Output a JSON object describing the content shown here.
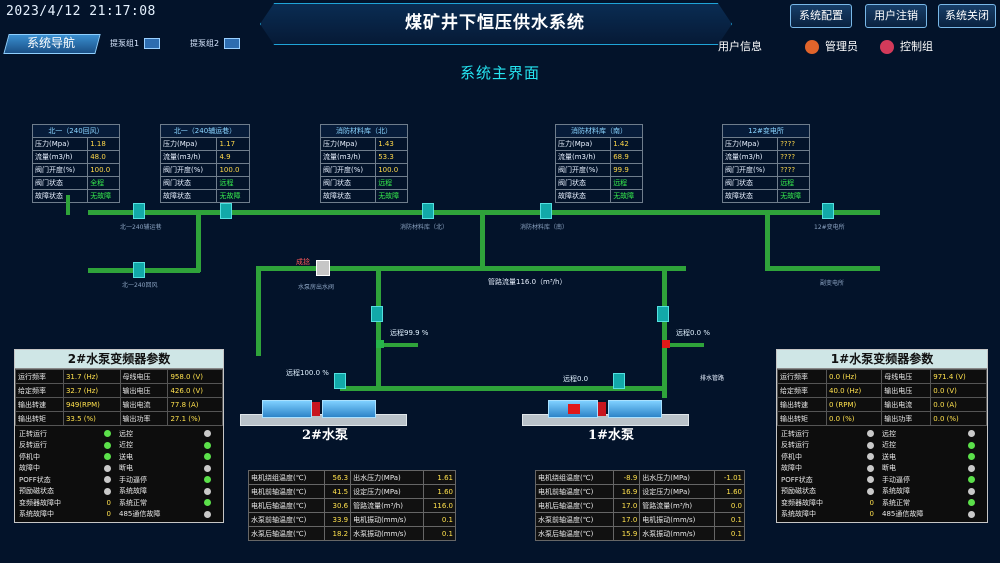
{
  "header": {
    "datetime": "2023/4/12 21:17:08",
    "title": "煤矿井下恒压供水系统",
    "nav_label": "系统导航",
    "pump_switch_1": "提泵组1",
    "pump_switch_2": "提泵组2",
    "buttons": {
      "config": "系统配置",
      "logout": "用户注销",
      "close": "系统关闭"
    },
    "user_info_label": "用户信息",
    "admin_label": "管理员",
    "control_group_label": "控制组",
    "subtitle": "系统主界面"
  },
  "stations": [
    {
      "title": "北一（240回风）",
      "rows": [
        [
          "压力(Mpa)",
          "1.18"
        ],
        [
          "流量(m3/h)",
          "48.0"
        ],
        [
          "阀门开度(%)",
          "100.0"
        ],
        [
          "阀门状态",
          "全程"
        ],
        [
          "故障状态",
          "无故障"
        ]
      ]
    },
    {
      "title": "北一（240辅运巷）",
      "rows": [
        [
          "压力(Mpa)",
          "1.17"
        ],
        [
          "流量(m3/h)",
          "4.9"
        ],
        [
          "阀门开度(%)",
          "100.0"
        ],
        [
          "阀门状态",
          "远程"
        ],
        [
          "故障状态",
          "无故障"
        ]
      ]
    },
    {
      "title": "消防材料库（北）",
      "rows": [
        [
          "压力(Mpa)",
          "1.43"
        ],
        [
          "流量(m3/h)",
          "53.3"
        ],
        [
          "阀门开度(%)",
          "100.0"
        ],
        [
          "阀门状态",
          "远程"
        ],
        [
          "故障状态",
          "无故障"
        ]
      ]
    },
    {
      "title": "消防材料库（南）",
      "rows": [
        [
          "压力(Mpa)",
          "1.42"
        ],
        [
          "流量(m3/h)",
          "68.9"
        ],
        [
          "阀门开度(%)",
          "99.9"
        ],
        [
          "阀门状态",
          "远程"
        ],
        [
          "故障状态",
          "无故障"
        ]
      ]
    },
    {
      "title": "12#变电所",
      "rows": [
        [
          "压力(Mpa)",
          "????"
        ],
        [
          "流量(m3/h)",
          "????"
        ],
        [
          "阀门开度(%)",
          "????"
        ],
        [
          "阀门状态",
          "远程"
        ],
        [
          "故障状态",
          "无故障"
        ]
      ]
    }
  ],
  "pipe_labels": {
    "l1": "北一240辅运巷",
    "l2": "消防材料库（北）",
    "l3": "消防材料库（南）",
    "l4": "12#变电所",
    "l5": "北一240回风",
    "l6": "水泵房出水阀",
    "l7": "副变电所",
    "chengzhong": "成捻",
    "flow": "管路流量116.0（m³/h）",
    "backwater": "排水管路"
  },
  "valves": {
    "v2_open": "远程99.9 %",
    "v1_open": "远程0.0 %",
    "pump2_out": "远程100.0 %",
    "pump1_out": "远程0.0"
  },
  "vfd2": {
    "title": "2#水泵变频器参数",
    "params": [
      [
        "运行频率",
        "31.7 (Hz)",
        "母线电压",
        "958.0 (V)"
      ],
      [
        "给定频率",
        "32.7 (Hz)",
        "输出电压",
        "426.0 (V)"
      ],
      [
        "输出转速",
        "949(RPM)",
        "输出电流",
        "77.8 (A)"
      ],
      [
        "输出转矩",
        "33.5 (%)",
        "输出功率",
        "27.1 (%)"
      ]
    ],
    "status_left": [
      [
        "正转运行",
        "g"
      ],
      [
        "反转运行",
        "g"
      ],
      [
        "停机中",
        "g"
      ],
      [
        "故障中",
        "n"
      ],
      [
        "POFF状态",
        "n"
      ],
      [
        "预励磁状态",
        "n"
      ],
      [
        "变频器故障中",
        "0"
      ],
      [
        "系统故障中",
        "0"
      ]
    ],
    "status_right": [
      [
        "远控",
        "n"
      ],
      [
        "近控",
        "g"
      ],
      [
        "送电",
        "g"
      ],
      [
        "断电",
        "n"
      ],
      [
        "手动逼停",
        "g"
      ],
      [
        "系统故障",
        "n"
      ],
      [
        "系统正常",
        "g"
      ],
      [
        "485通信故障",
        "n"
      ]
    ]
  },
  "vfd1": {
    "title": "1#水泵变频器参数",
    "params": [
      [
        "运行频率",
        "0.0 (Hz)",
        "母线电压",
        "971.4 (V)"
      ],
      [
        "给定频率",
        "40.0 (Hz)",
        "输出电压",
        "0.0 (V)"
      ],
      [
        "输出转速",
        "0 (RPM)",
        "输出电流",
        "0.0 (A)"
      ],
      [
        "输出转矩",
        "0.0 (%)",
        "输出功率",
        "0.0 (%)"
      ]
    ],
    "status_left": [
      [
        "正转运行",
        "n"
      ],
      [
        "反转运行",
        "n"
      ],
      [
        "停机中",
        "n"
      ],
      [
        "故障中",
        "n"
      ],
      [
        "POFF状态",
        "n"
      ],
      [
        "预励磁状态",
        "n"
      ],
      [
        "变频器故障中",
        "0"
      ],
      [
        "系统故障中",
        "0"
      ]
    ],
    "status_right": [
      [
        "远控",
        "n"
      ],
      [
        "近控",
        "g"
      ],
      [
        "送电",
        "g"
      ],
      [
        "断电",
        "n"
      ],
      [
        "手动逼停",
        "g"
      ],
      [
        "系统故障",
        "n"
      ],
      [
        "系统正常",
        "g"
      ],
      [
        "485通信故障",
        "n"
      ]
    ]
  },
  "motor2_temps": [
    [
      "电机绕组温度(℃)",
      "56.3",
      "出水压力(MPa)",
      "1.61"
    ],
    [
      "电机前轴温度(℃)",
      "41.5",
      "设定压力(MPa)",
      "1.60"
    ],
    [
      "电机后轴温度(℃)",
      "30.6",
      "管路流量(m³/h)",
      "116.0"
    ],
    [
      "水泵前轴温度(℃)",
      "33.9",
      "电机振动(mm/s)",
      "0.1"
    ],
    [
      "水泵后轴温度(℃)",
      "18.2",
      "水泵振动(mm/s)",
      "0.1"
    ]
  ],
  "motor1_temps": [
    [
      "电机绕组温度(℃)",
      "-8.9",
      "出水压力(MPa)",
      "-1.01"
    ],
    [
      "电机前轴温度(℃)",
      "16.9",
      "设定压力(MPa)",
      "1.60"
    ],
    [
      "电机后轴温度(℃)",
      "17.0",
      "管路流量(m³/h)",
      "0.0"
    ],
    [
      "水泵前轴温度(℃)",
      "17.0",
      "电机振动(mm/s)",
      "0.1"
    ],
    [
      "水泵后轴温度(℃)",
      "15.9",
      "水泵振动(mm/s)",
      "0.1"
    ]
  ],
  "pump_names": {
    "p2": "2#水泵",
    "p1": "1#水泵"
  },
  "colors": {
    "pipe": "#2fa33a",
    "value": "#ffd84a",
    "ok": "#37f04d",
    "accent": "#25e4f0"
  }
}
